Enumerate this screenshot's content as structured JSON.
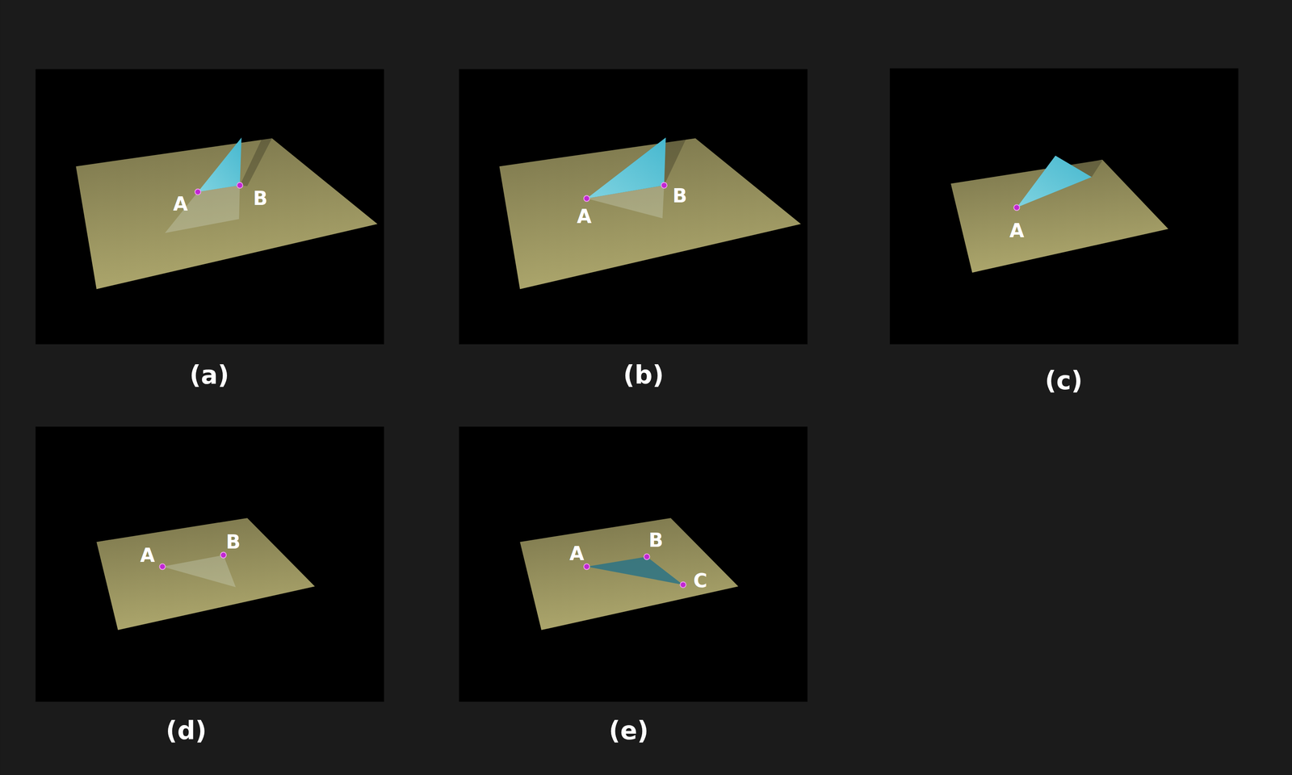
{
  "diagram": {
    "labels": [
      "A",
      "B",
      "(a)",
      "A",
      "B",
      "(b)",
      "A",
      "(c)",
      "A",
      "B",
      "(d)",
      "A",
      "B",
      "C",
      "(e)"
    ]
  }
}
